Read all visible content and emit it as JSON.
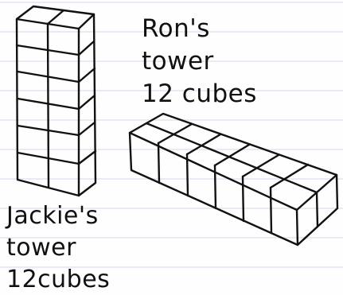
{
  "labels": {
    "ron": {
      "name": "Ron's",
      "word": "tower",
      "count": "12 cubes"
    },
    "jackie": {
      "name": "Jackie's",
      "word": "tower",
      "count": "12cubes"
    }
  },
  "colors": {
    "ink": "#111111",
    "paper": "#fefefe",
    "ruled_line": "#d7e0ee"
  }
}
